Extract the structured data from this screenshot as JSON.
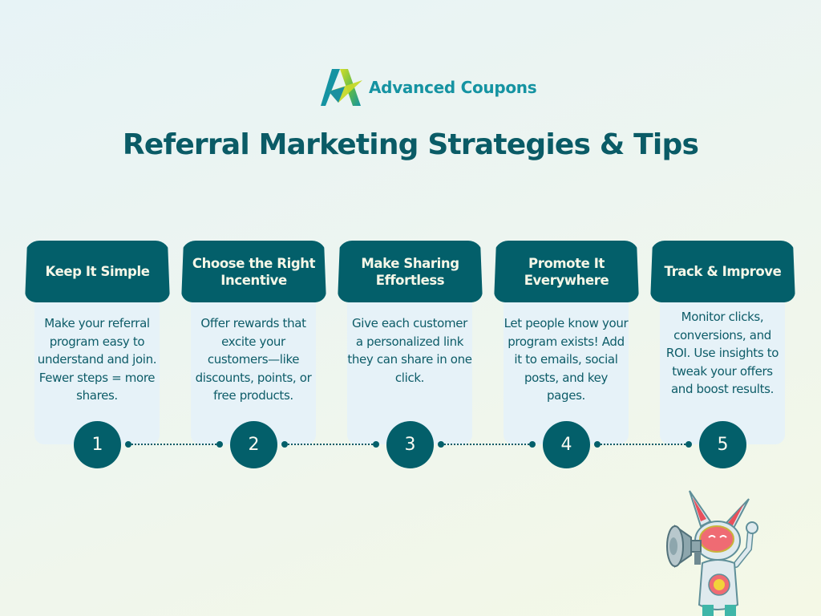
{
  "brand": {
    "name": "Advanced Coupons",
    "logo_icon": "stylized-a-logo-icon",
    "colors": {
      "teal": "#1593a2",
      "lime": "#c6d92a",
      "dark_teal": "#035f6a"
    }
  },
  "title": "Referral Marketing Strategies & Tips",
  "steps": [
    {
      "number": "1",
      "heading": "Keep It Simple",
      "text": "Make your referral program easy to understand and join. Fewer steps = more shares."
    },
    {
      "number": "2",
      "heading": "Choose the Right Incentive",
      "text": "Offer rewards that excite your customers—like discounts, points, or free products."
    },
    {
      "number": "3",
      "heading": "Make Sharing Effortless",
      "text": "Give each customer a personalized link they can share in one click."
    },
    {
      "number": "4",
      "heading": "Promote It Everywhere",
      "text": "Let people know your program exists! Add it to emails, social posts, and key pages."
    },
    {
      "number": "5",
      "heading": "Track & Improve",
      "text": "Monitor clicks, conversions, and ROI. Use insights to tweak your offers and boost results."
    }
  ],
  "mascot": {
    "icon": "robot-bunny-megaphone-icon"
  }
}
